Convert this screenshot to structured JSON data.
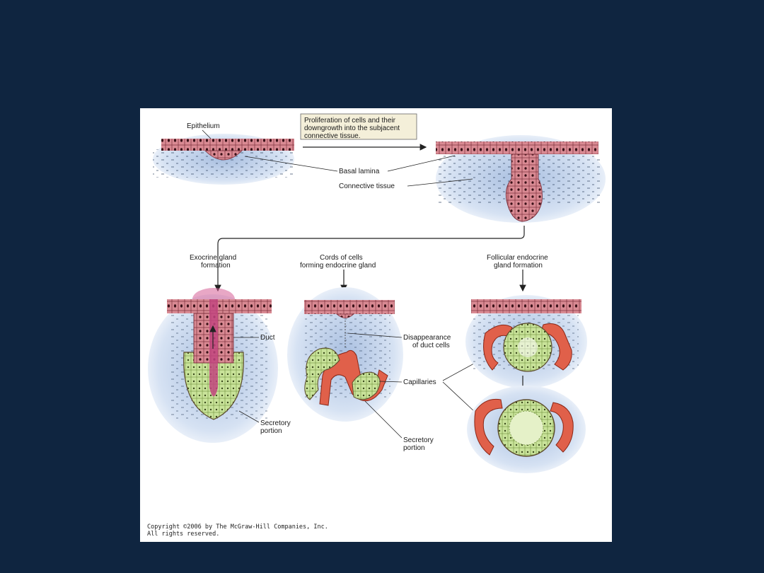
{
  "labels": {
    "epithelium": "Epithelium",
    "proliferation_1": "Proliferation of cells and their",
    "proliferation_2": "downgrowth into the subjacent",
    "proliferation_3": "connective tissue.",
    "basal_lamina": "Basal lamina",
    "connective_tissue": "Connective tissue",
    "exocrine_1": "Exocrine gland",
    "exocrine_2": "formation",
    "cords_1": "Cords of cells",
    "cords_2": "forming endocrine gland",
    "follicular_1": "Follicular endocrine",
    "follicular_2": "gland formation",
    "duct": "Duct",
    "disappearance_1": "Disappearance",
    "disappearance_2": "of duct cells",
    "capillaries": "Capillaries",
    "secretory_left_1": "Secretory",
    "secretory_left_2": "portion",
    "secretory_mid_1": "Secretory",
    "secretory_mid_2": "portion"
  },
  "copyright": {
    "line1": "Copyright ©2006 by The McGraw-Hill Companies, Inc.",
    "line2": "All rights reserved."
  },
  "colors": {
    "background": "#0f2540",
    "epithelium": "#d98a93",
    "secretory": "#c9e39a",
    "capillary": "#e0604a",
    "connective": "#c9d9ee"
  }
}
